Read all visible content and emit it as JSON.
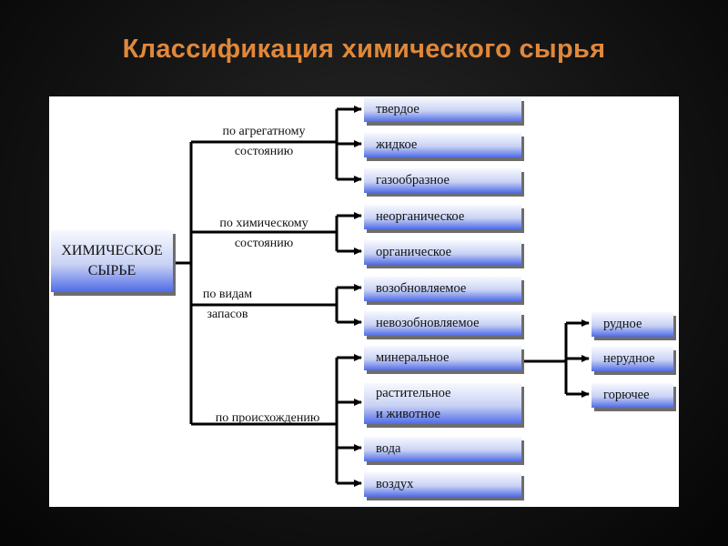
{
  "title": "Классификация химического сырья",
  "root": "ХИМИЧЕСКОЕ\nСЫРЬЕ",
  "branches": [
    {
      "label": "по агрегатному\nсостоянию",
      "items": [
        "твердое",
        "жидкое",
        "газообразное"
      ]
    },
    {
      "label": "по химическому\nсостоянию",
      "items": [
        "неорганическое",
        "органическое"
      ]
    },
    {
      "label": "по видам\nзапасов",
      "items": [
        "возобновляемое",
        "невозобновляемое"
      ]
    },
    {
      "label": "по происхождению",
      "items": [
        "минеральное",
        "растительное\nи животное",
        "вода",
        "воздух"
      ]
    }
  ],
  "mineral_subitems": [
    "рудное",
    "нерудное",
    "горючее"
  ],
  "colors": {
    "title": "#e0883a",
    "line": "#000000",
    "box_gradient_top": "#f7f9ff",
    "box_gradient_bottom": "#4f6be8"
  }
}
